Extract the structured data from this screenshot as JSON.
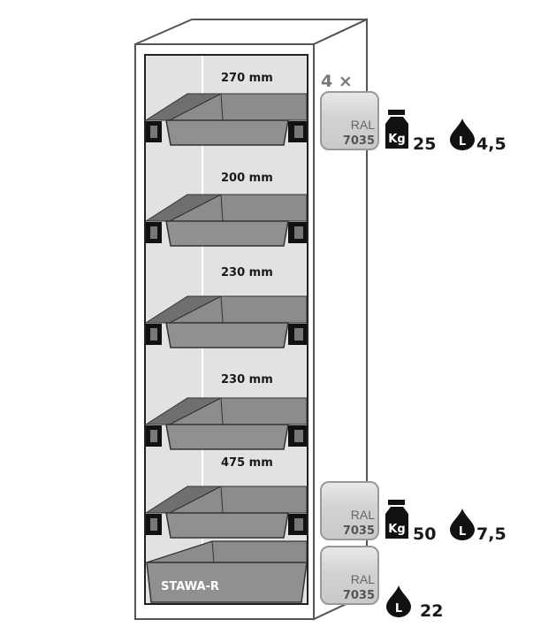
{
  "product_label": "STAWA-R",
  "shelf_heights": [
    "270 mm",
    "200 mm",
    "230 mm",
    "230 mm",
    "475 mm"
  ],
  "drawer_count": "4 ×",
  "groups": [
    {
      "color_code_label": "RAL",
      "color_code": "7035",
      "weight_unit": "Kg",
      "load_kg": "25",
      "volume_unit": "L",
      "volume_l": "4,5"
    },
    {
      "color_code_label": "RAL",
      "color_code": "7035",
      "weight_unit": "Kg",
      "load_kg": "50",
      "volume_unit": "L",
      "volume_l": "7,5"
    },
    {
      "color_code_label": "RAL",
      "color_code": "7035",
      "volume_unit": "L",
      "volume_l": "22"
    }
  ],
  "colors": {
    "swatch": "#d7d7d5",
    "tray": "#8c8c8c",
    "panel": "#e2e2e2",
    "outline": "#555555"
  }
}
